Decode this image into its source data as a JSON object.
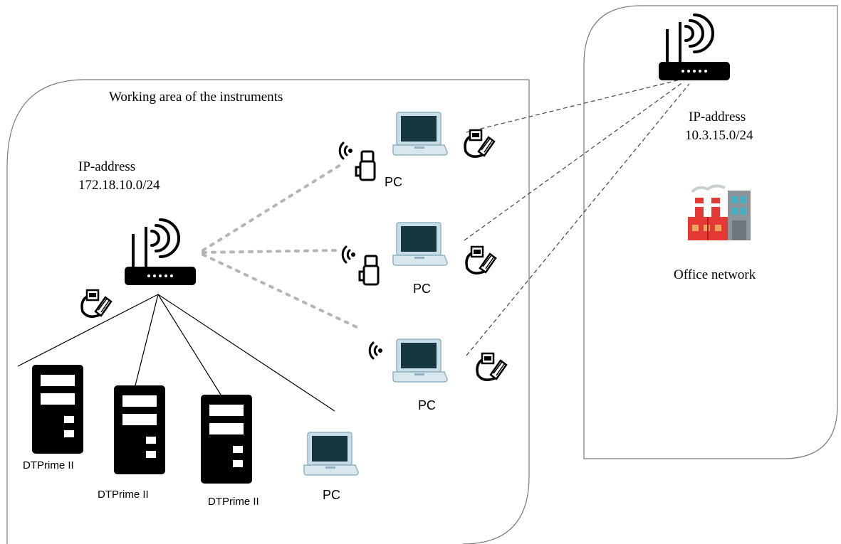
{
  "working_area": {
    "title": "Working area of the instruments",
    "ip_label": "IP-address",
    "ip_value": "172.18.10.0/24"
  },
  "office_area": {
    "ip_label": "IP-address",
    "ip_value": "10.3.15.0/24",
    "network_label": "Office network"
  },
  "devices": {
    "wifi_pc_1": "PC",
    "wifi_pc_2": "PC",
    "wifi_pc_3": "PC",
    "lan_pc": "PC",
    "instrument_1": "DTPrime II",
    "instrument_2": "DTPrime II",
    "instrument_3": "DTPrime II"
  },
  "colors": {
    "laptop_body": "#c8dde6",
    "laptop_screen": "#16373f",
    "factory_red": "#e53935",
    "factory_grey": "#8d959a"
  }
}
